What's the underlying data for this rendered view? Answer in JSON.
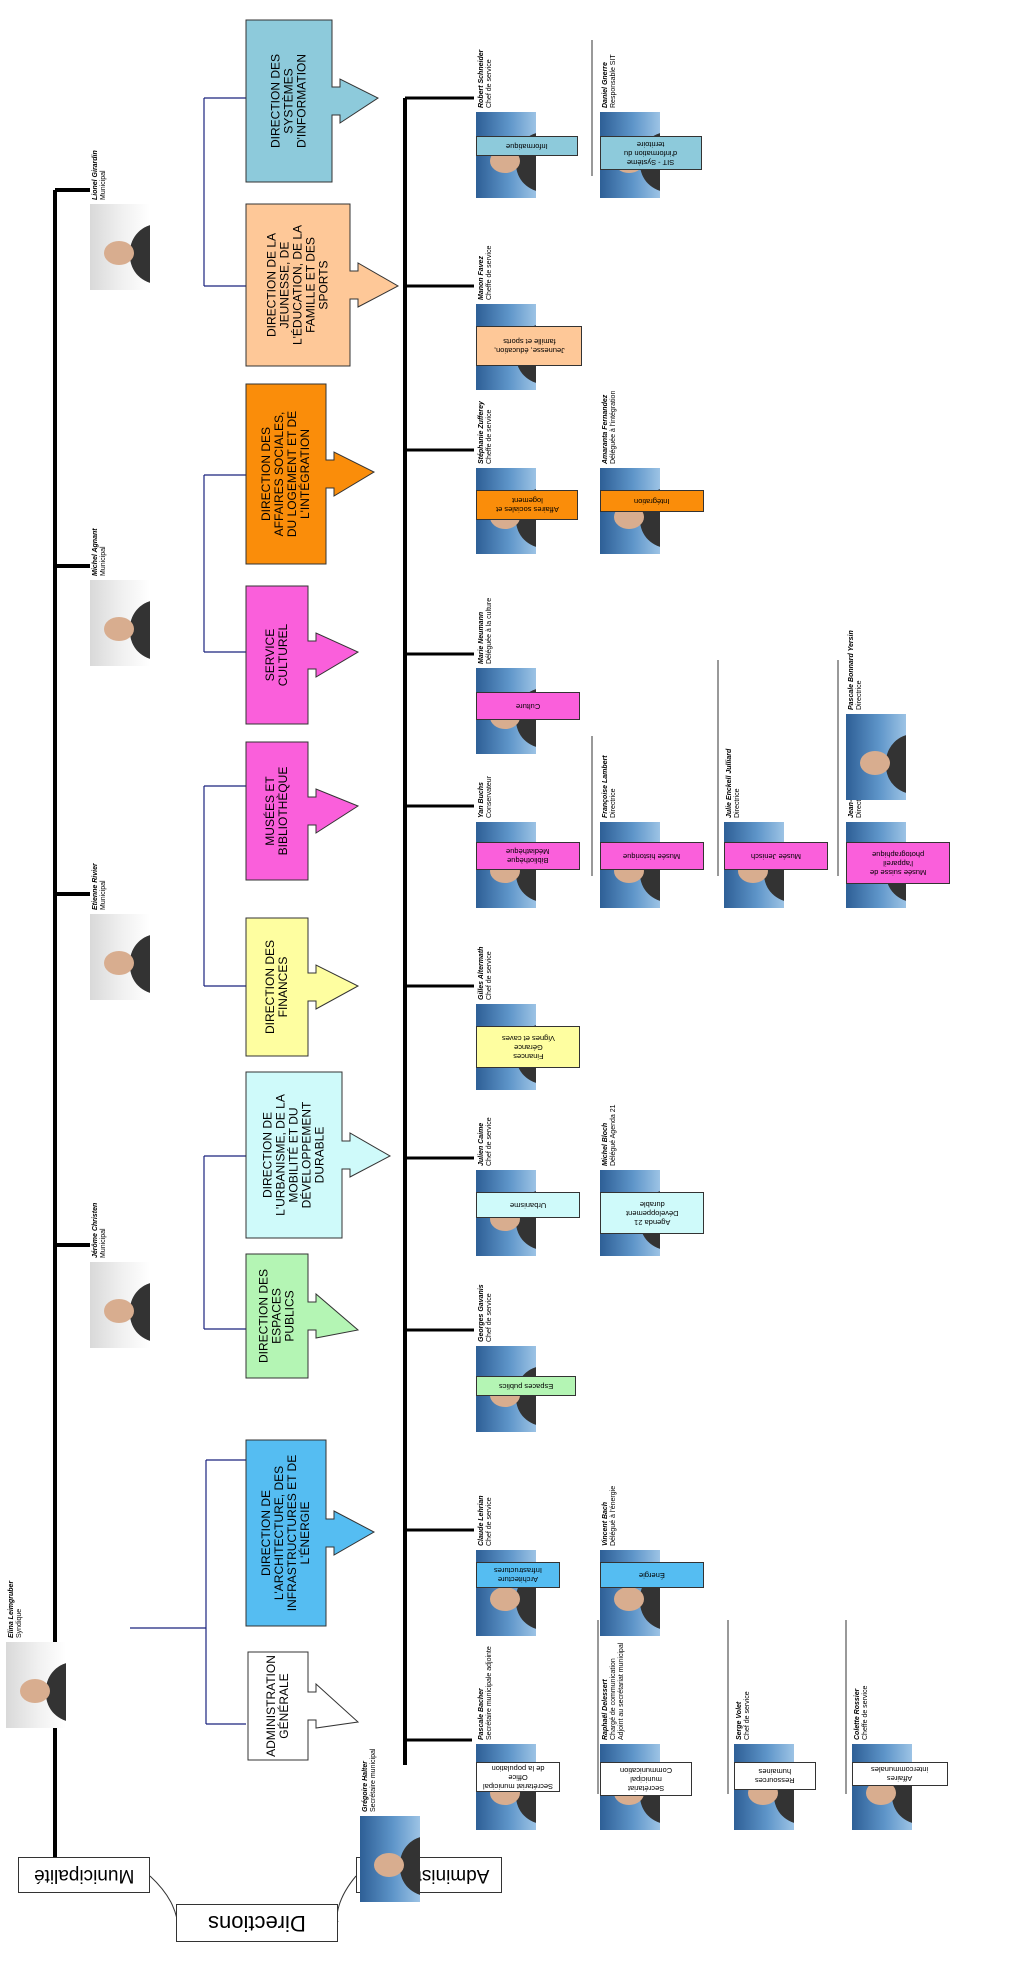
{
  "labels": {
    "municipalite": "Municipalité",
    "directions": "Directions",
    "administration": "Administration"
  },
  "colors": {
    "admin": "#ffffff",
    "infra": "#55bdf2",
    "espaces": "#b4f5b4",
    "urba": "#cffafa",
    "finances": "#fefea0",
    "musees": "#fa5fdb",
    "culture": "#fa5fdb",
    "social": "#fa8d0a",
    "jeunesse": "#fec898",
    "si": "#8dcadb"
  },
  "directions": [
    {
      "key": "admin",
      "lines": [
        "ADMINISTRATION",
        "GÉNÉRALE"
      ]
    },
    {
      "key": "infra",
      "lines": [
        "DIRECTION DE",
        "L'ARCHITECTURE, DES",
        "INFRASTRUCTURES ET DE",
        "L'ÉNERGIE"
      ]
    },
    {
      "key": "espaces",
      "lines": [
        "DIRECTION DES",
        "ESPACES",
        "PUBLICS"
      ]
    },
    {
      "key": "urba",
      "lines": [
        "DIRECTION DE",
        "L'URBANISME, DE LA",
        "MOBILITÉ ET DU",
        "DÉVELOPPEMENT",
        "DURABLE"
      ]
    },
    {
      "key": "finances",
      "lines": [
        "DIRECTION DES",
        "FINANCES"
      ]
    },
    {
      "key": "musees",
      "lines": [
        "MUSÉES ET",
        "BIBLIOTHÈQUE"
      ]
    },
    {
      "key": "culture",
      "lines": [
        "SERVICE",
        "CULTUREL"
      ]
    },
    {
      "key": "social",
      "lines": [
        "DIRECTION DES",
        "AFFAIRES SOCIALES,",
        "DU LOGEMENT ET DE",
        "L'INTÉGRATION"
      ]
    },
    {
      "key": "jeunesse",
      "lines": [
        "DIRECTION DE LA",
        "JEUNESSE, DE",
        "L'ÉDUCATION, DE LA",
        "FAMILLE ET DES",
        "SPORTS"
      ]
    },
    {
      "key": "si",
      "lines": [
        "DIRECTION DES",
        "SYSTÈMES",
        "D'INFORMATION"
      ]
    }
  ],
  "municipal": [
    {
      "name": "Elina Leimgruber",
      "role": "Syndique"
    },
    {
      "name": "Jérôme Christen",
      "role": "Municipal"
    },
    {
      "name": "Etienne Rivier",
      "role": "Municipal"
    },
    {
      "name": "Michel Agnant",
      "role": "Municipal"
    },
    {
      "name": "Lionel Girardin",
      "role": "Municipal"
    }
  ],
  "secretary": {
    "name": "Grégoire Halter",
    "role": "Secrétaire municipal"
  },
  "people": [
    {
      "name": "Pascale Bacher",
      "role": [
        "Secrétaire municipale adjointe"
      ],
      "unit": [
        "Secrétariat municipal",
        "Office",
        "de la population"
      ],
      "color": "admin"
    },
    {
      "name": "Raphaël Delessert",
      "role": [
        "Chargé de communication",
        "Adjoint au secrétariat municipal"
      ],
      "unit": [
        "Secrétariat",
        "municipal",
        "Communication"
      ],
      "color": "admin"
    },
    {
      "name": "Serge Volet",
      "role": [
        "Chef de service"
      ],
      "unit": [
        "Ressources",
        "humaines"
      ],
      "color": "admin"
    },
    {
      "name": "Colette Rossier",
      "role": [
        "Cheffe de service"
      ],
      "unit": [
        "Affaires",
        "intercommunales"
      ],
      "color": "admin"
    },
    {
      "name": "Claude Lehrian",
      "role": [
        "Chef de service"
      ],
      "unit": [
        "Architecture",
        "Infrastructures"
      ],
      "color": "infra"
    },
    {
      "name": "Vincent Bach",
      "role": [
        "Délégué à l'énergie"
      ],
      "unit": [
        "Énergie"
      ],
      "color": "infra"
    },
    {
      "name": "Georges Gavanis",
      "role": [
        "Chef de service"
      ],
      "unit": [
        "Espaces publics"
      ],
      "color": "espaces"
    },
    {
      "name": "Julien Caime",
      "role": [
        "Chef de service"
      ],
      "unit": [
        "Urbanisme"
      ],
      "color": "urba"
    },
    {
      "name": "Michel Bloch",
      "role": [
        "Délégué Agenda 21"
      ],
      "unit": [
        "Agenda 21",
        "Développement",
        "durable"
      ],
      "color": "urba"
    },
    {
      "name": "Gilles Altermath",
      "role": [
        "Chef de service"
      ],
      "unit": [
        "Finances",
        "Gérance",
        "Vignes et caves"
      ],
      "color": "finances"
    },
    {
      "name": "Yan Buchs",
      "role": [
        "Conservateur"
      ],
      "unit": [
        "Bibliothèque",
        "Médiathèque"
      ],
      "color": "musees"
    },
    {
      "name": "Françoise Lambert",
      "role": [
        "Directrice"
      ],
      "unit": [
        "Musée historique"
      ],
      "color": "musees"
    },
    {
      "name": "Julie Enckell Julliard",
      "role": [
        "Directrice"
      ],
      "unit": [
        "Musée Jenisch"
      ],
      "color": "musees"
    },
    {
      "name": "Jean-Marc Yersin",
      "role": [
        "Directeur"
      ],
      "unit": [
        "Musée suisse de",
        "l'appareil",
        "photographique"
      ],
      "color": "musees"
    },
    {
      "name": "Pascale Bonnard Yersin",
      "role": [
        "Directrice"
      ],
      "unit": [],
      "color": "musees"
    },
    {
      "name": "Marie Neumann",
      "role": [
        "Déléguée à la culture"
      ],
      "unit": [
        "Culture"
      ],
      "color": "culture"
    },
    {
      "name": "Stéphanie Zufferey",
      "role": [
        "Cheffe de service"
      ],
      "unit": [
        "Affaires sociales et",
        "logement"
      ],
      "color": "social"
    },
    {
      "name": "Amaranta Fernandez",
      "role": [
        "Déléguée à l'intégration"
      ],
      "unit": [
        "Intégration"
      ],
      "color": "social"
    },
    {
      "name": "Manon Favez",
      "role": [
        "Cheffe de service"
      ],
      "unit": [
        "Jeunesse, éducation,",
        "famille et sports"
      ],
      "color": "jeunesse"
    },
    {
      "name": "Robert Schneider",
      "role": [
        "Chef de service"
      ],
      "unit": [
        "Informatique"
      ],
      "color": "si"
    },
    {
      "name": "Daniel Gnerre",
      "role": [
        "Responsable SIT"
      ],
      "unit": [
        "SIT - Système",
        "d'information du",
        "territoire"
      ],
      "color": "si"
    }
  ]
}
